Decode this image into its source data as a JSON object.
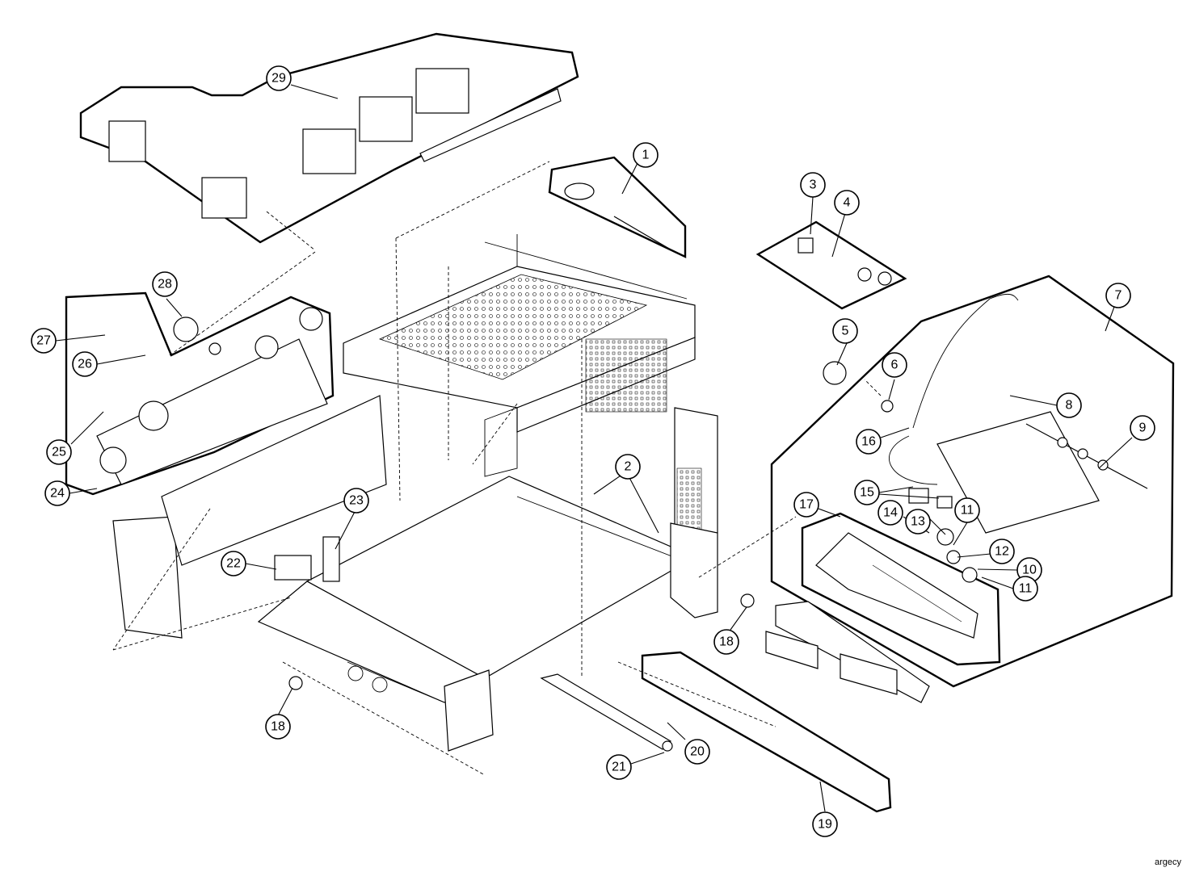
{
  "diagram": {
    "callouts": [
      "1",
      "2",
      "3",
      "4",
      "5",
      "6",
      "7",
      "8",
      "9",
      "10",
      "11",
      "11",
      "12",
      "13",
      "14",
      "15",
      "16",
      "17",
      "18",
      "18",
      "19",
      "20",
      "21",
      "22",
      "23",
      "24",
      "25",
      "26",
      "27",
      "28",
      "29"
    ]
  },
  "credit": "argecy",
  "colors": {
    "line": "#000000",
    "background": "#ffffff"
  }
}
